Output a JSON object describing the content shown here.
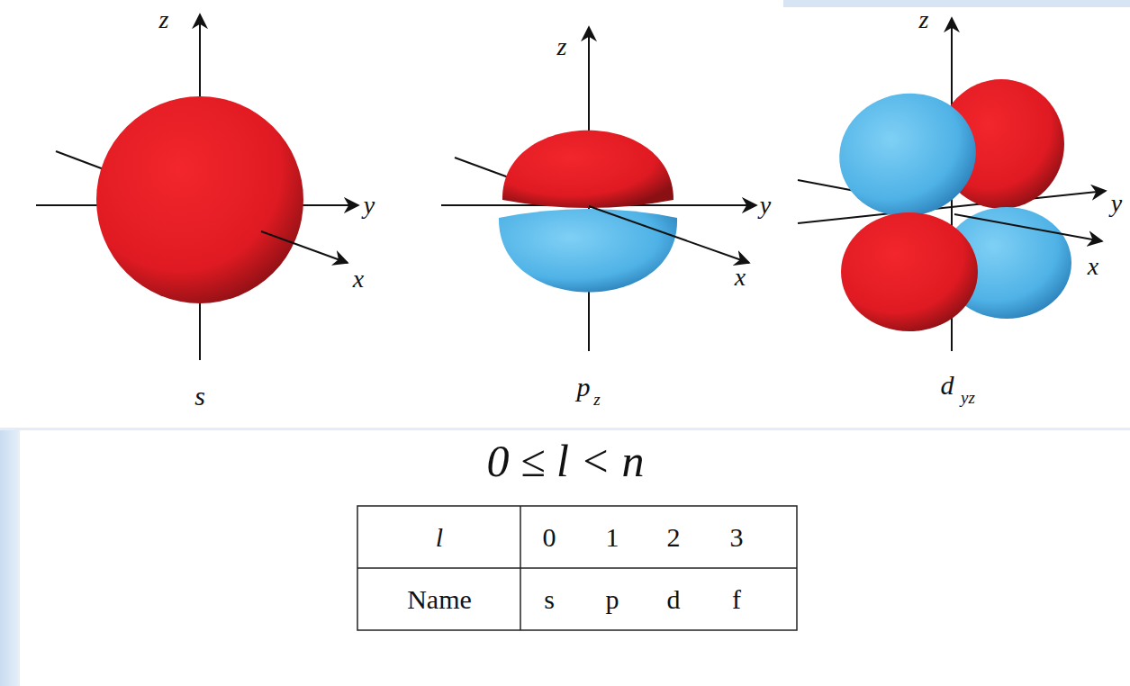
{
  "diagram": {
    "labels": [
      "z",
      "y",
      "x",
      "s",
      "z",
      "y",
      "x",
      "p",
      "z",
      "z",
      "y",
      "x",
      "d",
      "yz",
      "0 ≤ l < n",
      "l",
      "0",
      "1",
      "2",
      "3",
      "Name",
      "s",
      "p",
      "d",
      "f"
    ]
  }
}
